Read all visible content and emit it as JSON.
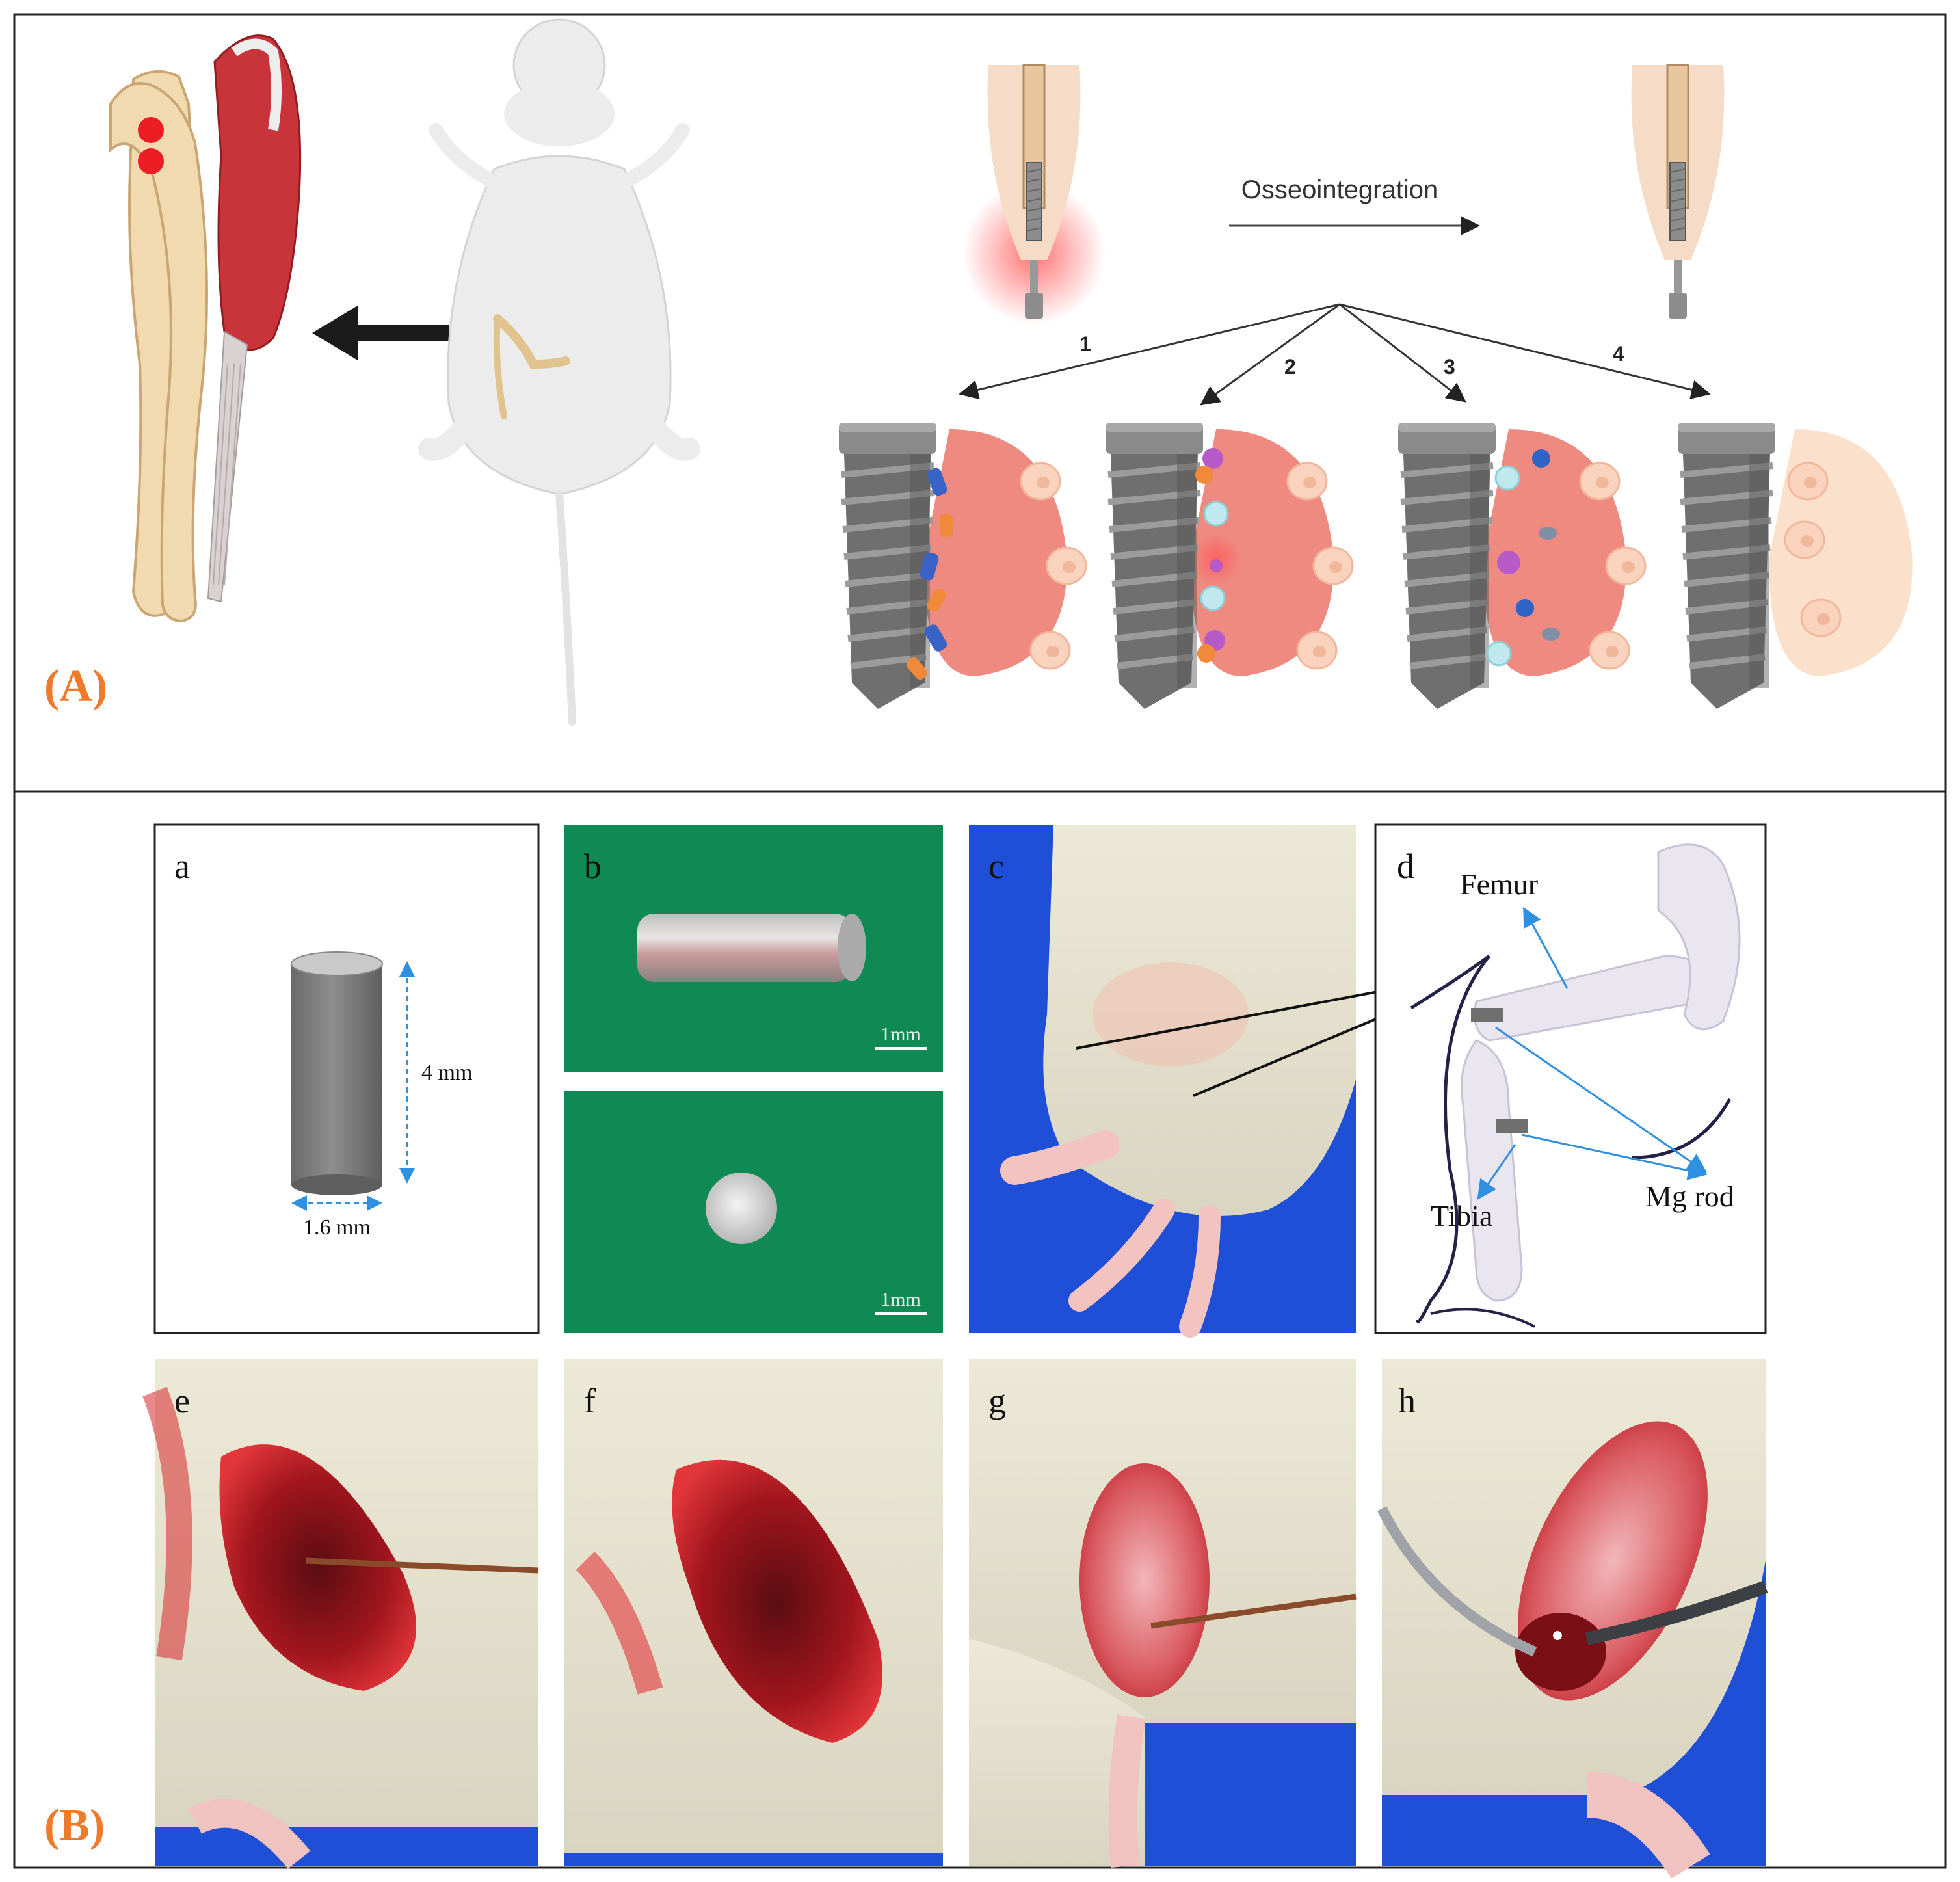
{
  "panelA": {
    "label": "(A)",
    "arrow_text": "Osseointegration",
    "steps": [
      "1",
      "2",
      "3",
      "4"
    ]
  },
  "panelB": {
    "label": "(B)",
    "sub": [
      "a",
      "b",
      "c",
      "d",
      "e",
      "f",
      "g",
      "h"
    ],
    "dim_height": "4 mm",
    "dim_width": "1.6 mm",
    "scale_bar": "1mm",
    "femur": "Femur",
    "tibia": "Tibia",
    "mg_rod": "Mg rod"
  },
  "colors": {
    "accent_label": "#f07a2c",
    "muscle": "#c9343a",
    "bone": "#f1d9b0",
    "implant": "#7d7d7d",
    "tissue": "#ee8a80",
    "green_bg": "#0f8a55",
    "drape_blue": "#1f4fd6",
    "blood": "#d7262b",
    "guide_blue": "#2f8fe0"
  }
}
